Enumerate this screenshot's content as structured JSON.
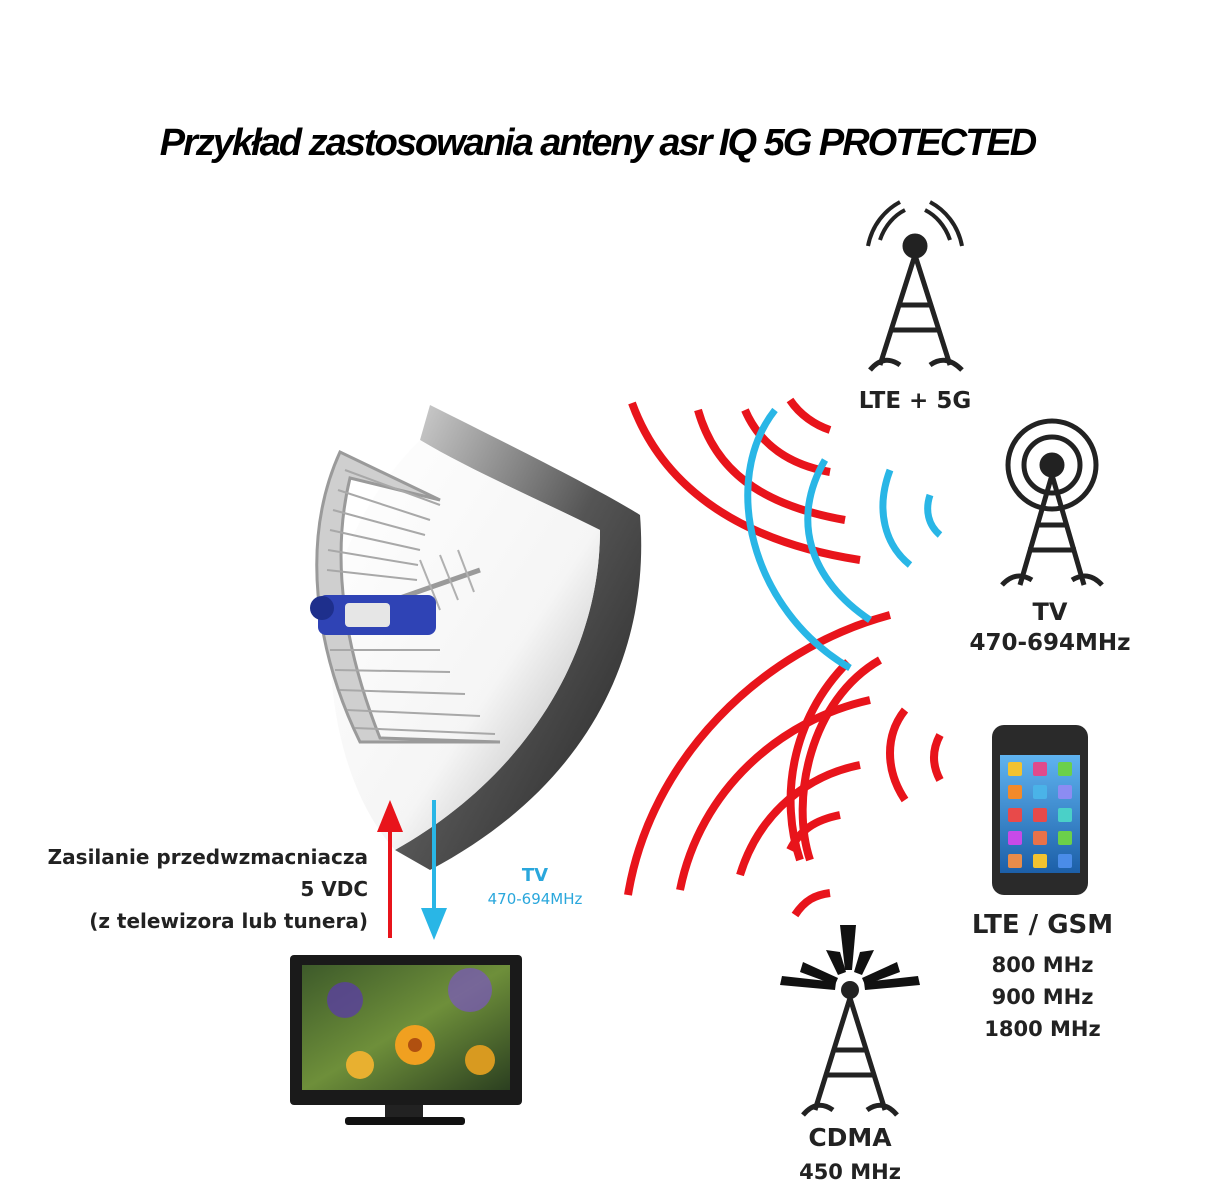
{
  "title": "Przykład zastosowania anteny asr IQ 5G PROTECTED",
  "labels": {
    "lte5g": "LTE + 5G",
    "tv": "TV",
    "tv_freq": "470-694MHz",
    "lte_gsm": "LTE / GSM",
    "lte_gsm_f1": "800 MHz",
    "lte_gsm_f2": "900 MHz",
    "lte_gsm_f3": "1800 MHz",
    "cdma": "CDMA",
    "cdma_freq": "450 MHz",
    "power_line1": "Zasilanie przedwzmacniacza",
    "power_line2": "5 VDC",
    "power_line3": "(z telewizora lub tunera)",
    "tv_arrow": "TV",
    "tv_arrow_freq": "470-694MHz"
  },
  "colors": {
    "red_wave": "#e8141b",
    "blue_wave": "#29b6e6",
    "blue_text": "#2aa7dc",
    "antenna_blue": "#2f43b5"
  },
  "icons": [
    "tower-lte-5g-icon",
    "tower-tv-icon",
    "smartphone-icon",
    "tower-cdma-icon",
    "antenna-icon",
    "shield-icon",
    "television-icon"
  ]
}
